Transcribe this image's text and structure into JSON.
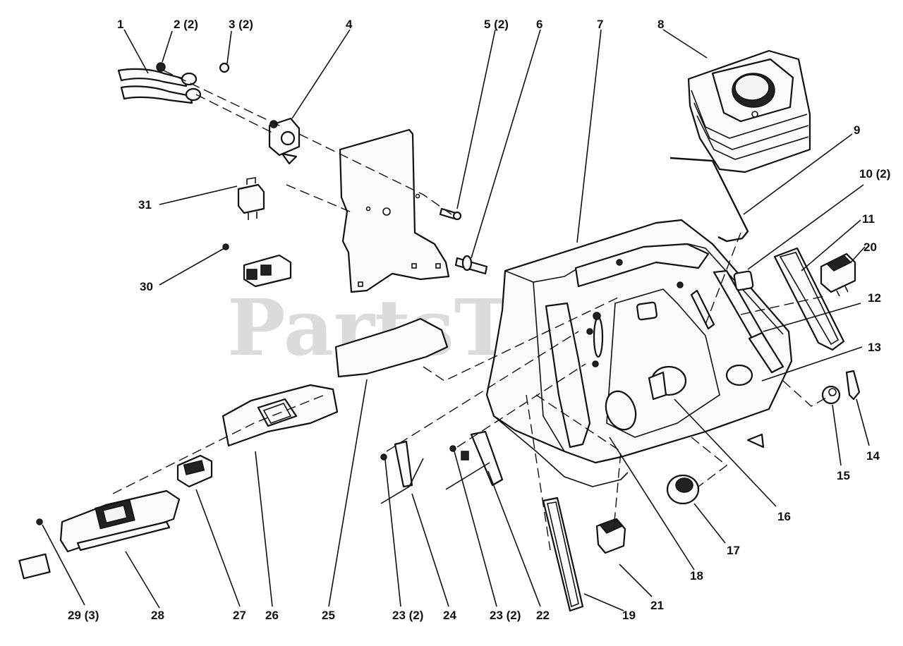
{
  "watermark": "PartsTree",
  "callouts": [
    {
      "id": "1",
      "text": "1"
    },
    {
      "id": "2",
      "text": "2 (2)"
    },
    {
      "id": "3",
      "text": "3 (2)"
    },
    {
      "id": "4",
      "text": "4"
    },
    {
      "id": "5",
      "text": "5 (2)"
    },
    {
      "id": "6",
      "text": "6"
    },
    {
      "id": "7",
      "text": "7"
    },
    {
      "id": "8",
      "text": "8"
    },
    {
      "id": "9",
      "text": "9"
    },
    {
      "id": "10",
      "text": "10 (2)"
    },
    {
      "id": "11",
      "text": "11"
    },
    {
      "id": "12",
      "text": "12"
    },
    {
      "id": "13",
      "text": "13"
    },
    {
      "id": "14",
      "text": "14"
    },
    {
      "id": "15",
      "text": "15"
    },
    {
      "id": "16",
      "text": "16"
    },
    {
      "id": "17",
      "text": "17"
    },
    {
      "id": "18",
      "text": "18"
    },
    {
      "id": "19",
      "text": "19"
    },
    {
      "id": "20",
      "text": "20"
    },
    {
      "id": "21",
      "text": "21"
    },
    {
      "id": "22",
      "text": "22"
    },
    {
      "id": "23a",
      "text": "23 (2)"
    },
    {
      "id": "23b",
      "text": "23 (2)"
    },
    {
      "id": "24",
      "text": "24"
    },
    {
      "id": "25",
      "text": "25"
    },
    {
      "id": "26",
      "text": "26"
    },
    {
      "id": "27",
      "text": "27"
    },
    {
      "id": "28",
      "text": "28"
    },
    {
      "id": "29",
      "text": "29 (3)"
    },
    {
      "id": "30",
      "text": "30"
    },
    {
      "id": "31",
      "text": "31"
    }
  ]
}
